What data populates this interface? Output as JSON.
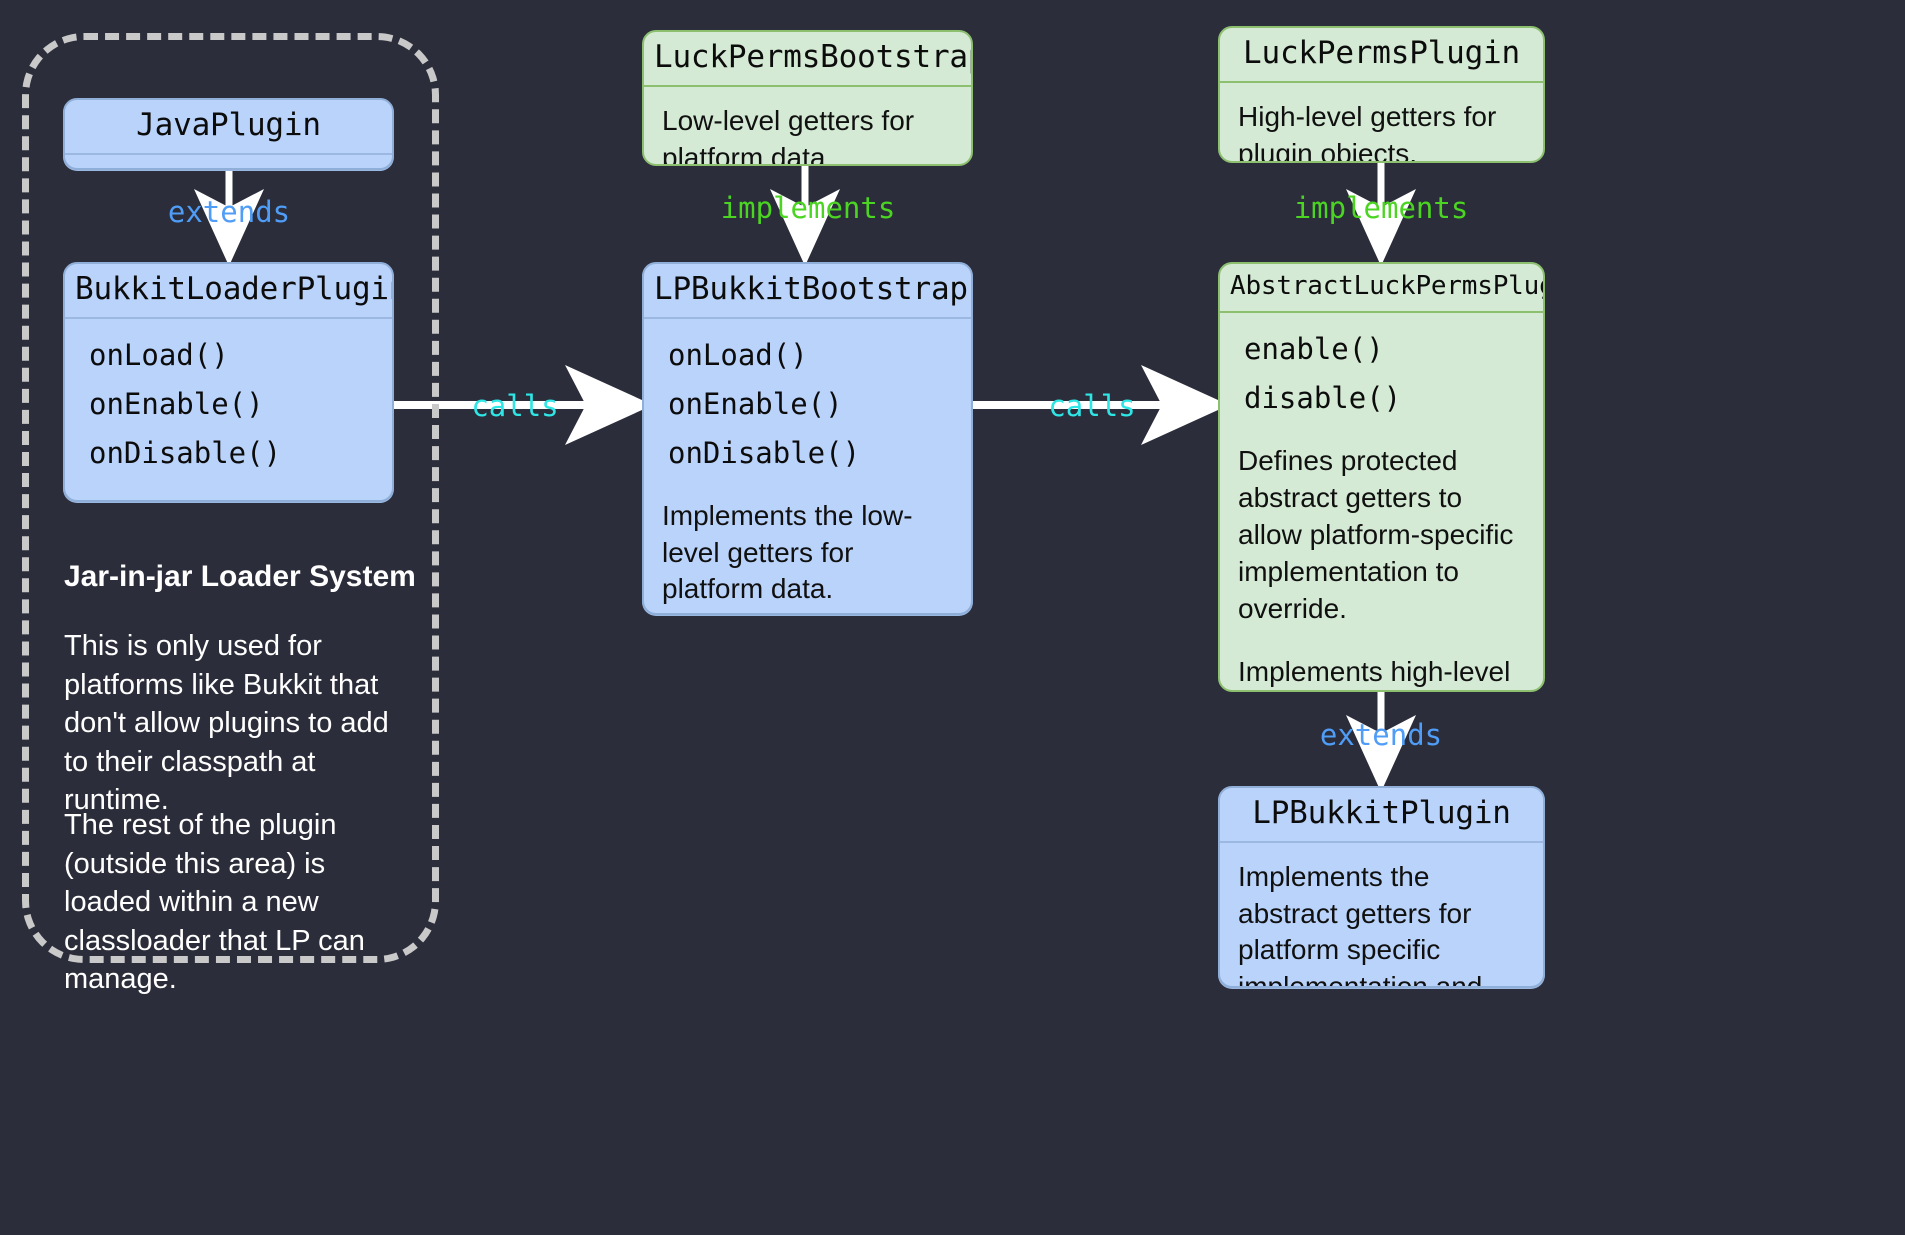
{
  "diagram": {
    "background_color": "#2b2d3a",
    "node_colors": {
      "interface": "#d4ead4",
      "class": "#bad3fb"
    },
    "edge_label_colors": {
      "extends": "#4f9df7",
      "implements": "#4bd422",
      "calls": "#2fe6e6"
    }
  },
  "group": {
    "heading": "Jar-in-jar Loader System",
    "paragraph_1": "This is only used for platforms like Bukkit that don't allow plugins to add to their classpath at runtime.",
    "paragraph_2": "The rest of the plugin (outside this area) is loaded within a new classloader that LP can manage."
  },
  "nodes": {
    "java_plugin": {
      "title": "JavaPlugin",
      "methods": [],
      "descriptions": []
    },
    "bukkit_loader_plugin": {
      "title": "BukkitLoaderPlugin",
      "methods": [
        "onLoad()",
        "onEnable()",
        "onDisable()"
      ],
      "descriptions": []
    },
    "luckperms_bootstrap": {
      "title": "LuckPermsBootstrap",
      "methods": [],
      "descriptions": [
        "Low-level getters for platform data."
      ]
    },
    "lp_bukkit_bootstrap": {
      "title": "LPBukkitBootstrap",
      "methods": [
        "onLoad()",
        "onEnable()",
        "onDisable()"
      ],
      "descriptions": [
        "Implements the low-level getters for platform data."
      ]
    },
    "luckperms_plugin": {
      "title": "LuckPermsPlugin",
      "methods": [],
      "descriptions": [
        "High-level getters for plugin objects, managers."
      ]
    },
    "abstract_luckperms_plugin": {
      "title": "AbstractLuckPermsPlugin",
      "methods": [
        "enable()",
        "disable()"
      ],
      "descriptions": [
        "Defines protected abstract getters to allow platform-specific implementation to override.",
        "Implements high-level gettters for plugin objects, managers, etc."
      ]
    },
    "lp_bukkit_plugin": {
      "title": "LPBukkitPlugin",
      "methods": [],
      "descriptions": [
        "Implements the abstract getters for platform specific implementation and behaviour."
      ]
    }
  },
  "edges": {
    "extends_java_to_loader": "extends",
    "implements_bootstrap": "implements",
    "implements_plugin": "implements",
    "calls_loader_to_bootstrap": "calls",
    "calls_bootstrap_to_abstract": "calls",
    "extends_abstract_to_bukkit": "extends"
  }
}
